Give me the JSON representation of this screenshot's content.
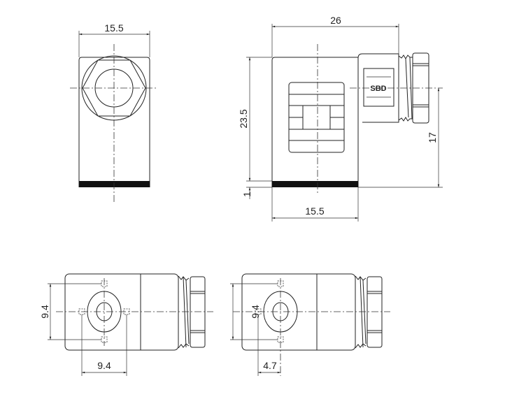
{
  "drawing": {
    "front_view": {
      "width_dim": "15.5"
    },
    "side_view": {
      "overall_length_dim": "26",
      "height_dim": "23.5",
      "gasket_dim": "1",
      "body_width_dim": "15.5",
      "axis_height_dim": "17",
      "brand_label": "SBD"
    },
    "bottom_view_a": {
      "pin_vertical_dim": "9.4",
      "pin_horizontal_dim": "9.4"
    },
    "bottom_view_b": {
      "pin_vertical_dim": "9.4",
      "pin_offset_dim": "4.7"
    }
  }
}
